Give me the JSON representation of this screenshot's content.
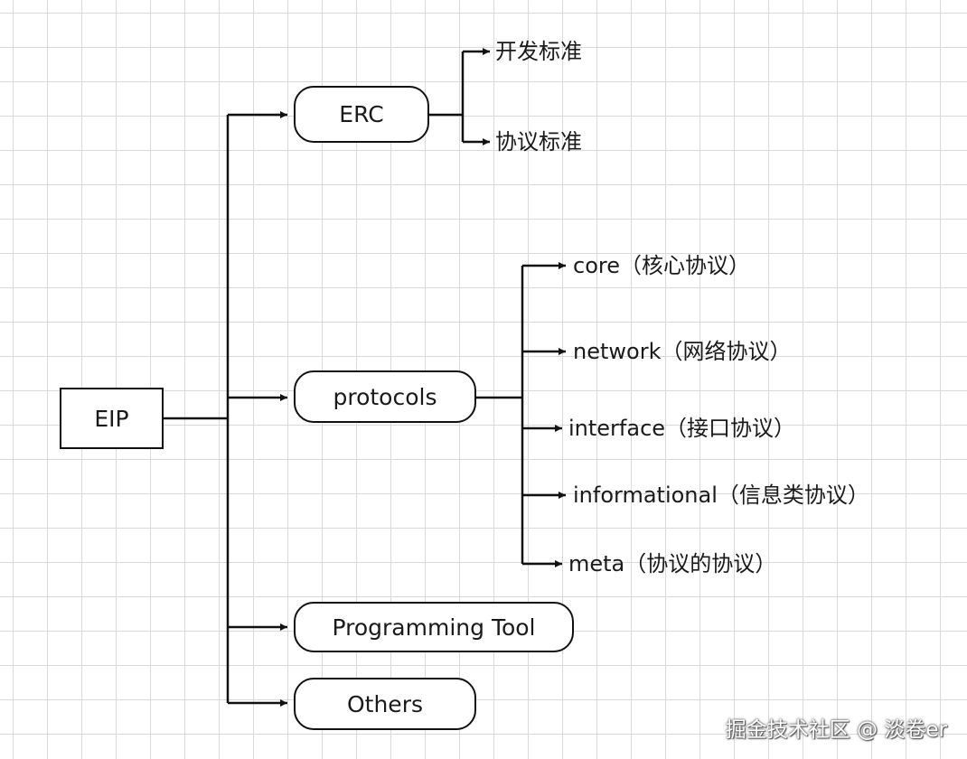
{
  "root": {
    "label": "EIP"
  },
  "branches": [
    {
      "key": "erc",
      "label": "ERC",
      "children": [
        "开发标准",
        "协议标准"
      ]
    },
    {
      "key": "protocols",
      "label": "protocols",
      "children": [
        "core（核心协议）",
        "network（网络协议）",
        "interface（接口协议）",
        "informational（信息类协议）",
        "meta（协议的协议）"
      ]
    },
    {
      "key": "programming-tool",
      "label": "Programming Tool",
      "children": []
    },
    {
      "key": "others",
      "label": "Others",
      "children": []
    }
  ],
  "watermark": "掘金技术社区 @ 淡卷er",
  "colors": {
    "line": "#111111",
    "grid": "#dadada",
    "background": "#ffffff"
  }
}
